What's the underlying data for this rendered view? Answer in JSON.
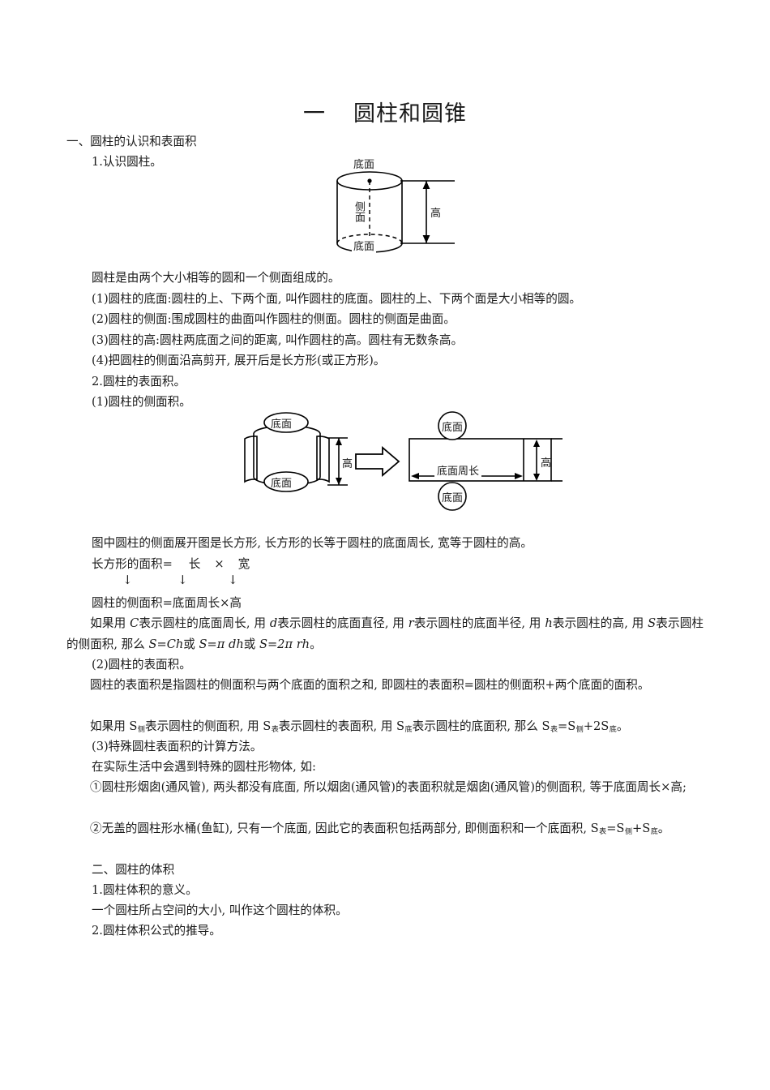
{
  "document": {
    "title_number": "一",
    "title_text": "圆柱和圆锥",
    "sections": [
      {
        "id": "s1",
        "text": "一、圆柱的认识和表面积"
      },
      {
        "id": "s1a",
        "text": "1.认识圆柱。"
      }
    ],
    "paragraphs_after_fig1": [
      "圆柱是由两个大小相等的圆和一个侧面组成的。",
      "(1)圆柱的底面:圆柱的上、下两个面, 叫作圆柱的底面。圆柱的上、下两个面是大小相等的圆。",
      "(2)圆柱的侧面:围成圆柱的曲面叫作圆柱的侧面。圆柱的侧面是曲面。",
      "(3)圆柱的高:圆柱两底面之间的距离, 叫作圆柱的高。圆柱有无数条高。",
      "(4)把圆柱的侧面沿高剪开, 展开后是长方形(或正方形)。",
      "2.圆柱的表面积。",
      "(1)圆柱的侧面积。"
    ],
    "paragraphs_after_fig2": {
      "line1": "图中圆柱的侧面展开图是长方形, 长方形的长等于圆柱的底面周长, 宽等于圆柱的高。",
      "formula_words": {
        "prefix": "长方形的面积=",
        "a": "长",
        "times": "×",
        "b": "宽"
      },
      "formula_result": "圆柱的侧面积=底面周长×高",
      "symbols_line": {
        "p1": "如果用 ",
        "c": "C",
        "p2": "表示圆柱的底面周长, 用 ",
        "d": "d",
        "p3": "表示圆柱的底面直径, 用 ",
        "r": "r",
        "p4": "表示圆柱的底面半径, 用 ",
        "h": "h",
        "p5": "表示圆柱的高, 用 ",
        "s": "S",
        "p6": "表示圆柱的侧面积, 那么 ",
        "f1": "S=Ch",
        "or1": "或 ",
        "f2": "S=π dh",
        "or2": "或 ",
        "f3": "S=2π rh",
        "end": "。"
      },
      "item2": "(2)圆柱的表面积。",
      "surface_def": "圆柱的表面积是指圆柱的侧面积与两个底面的面积之和, 即圆柱的表面积=圆柱的侧面积+两个底面的面积。",
      "subscript_line": {
        "p1": "如果用 S",
        "sub1": "侧",
        "p2": "表示圆柱的侧面积, 用 S",
        "sub2": "表",
        "p3": "表示圆柱的表面积, 用 S",
        "sub3": "底",
        "p4": "表示圆柱的底面积, 那么 S",
        "sub4": "表",
        "p5": "=S",
        "sub5": "侧",
        "p6": "+2S",
        "sub6": "底",
        "end": "。"
      },
      "item3": "(3)特殊圆柱表面积的计算方法。",
      "real_life": "在实际生活中会遇到特殊的圆柱形物体, 如:",
      "case1": "①圆柱形烟囱(通风管), 两头都没有底面, 所以烟囱(通风管)的表面积就是烟囱(通风管)的侧面积, 等于底面周长×高;",
      "case2": {
        "p1": "②无盖的圆柱形水桶(鱼缸), 只有一个底面, 因此它的表面积包括两部分, 即侧面积和一个底面积, S",
        "sub1": "表",
        "p2": "=S",
        "sub2": "侧",
        "p3": "+S",
        "sub3": "底",
        "end": "。"
      }
    },
    "section2": {
      "heading": "二、圆柱的体积",
      "items": [
        "1.圆柱体积的意义。",
        "一个圆柱所占空间的大小, 叫作这个圆柱的体积。",
        "2.圆柱体积公式的推导。"
      ]
    }
  },
  "figure1": {
    "name": "cylinder-diagram",
    "labels": {
      "top_base": "底面",
      "side": "侧面",
      "bottom_base": "底面",
      "height": "高"
    }
  },
  "figure2": {
    "name": "cylinder-unfold-diagram",
    "left": {
      "top_base": "底面",
      "bottom_base": "底面",
      "height": "高"
    },
    "right": {
      "top_base": "底面",
      "bottom_base": "底面",
      "height": "高",
      "circumference": "底面周长"
    }
  },
  "colors": {
    "ink": "#1a1a1a",
    "stroke": "#000000",
    "paper": "#ffffff"
  }
}
